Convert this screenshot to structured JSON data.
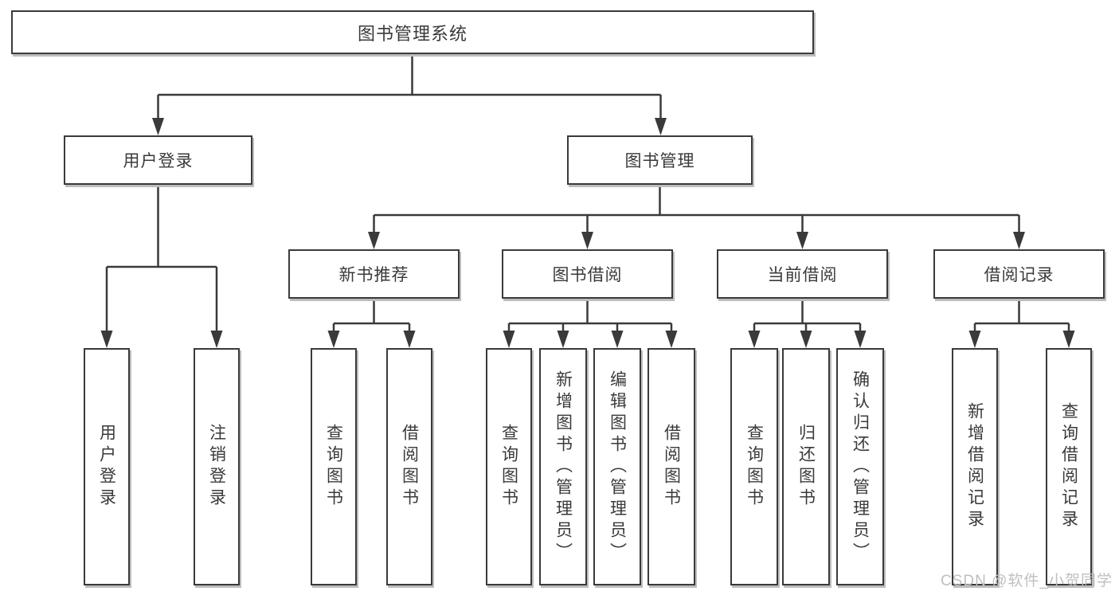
{
  "diagram": {
    "root": {
      "label": "图书管理系统"
    },
    "children": [
      {
        "label": "用户登录",
        "children": [
          {
            "label": "用户登录"
          },
          {
            "label": "注销登录"
          }
        ]
      },
      {
        "label": "图书管理",
        "children": [
          {
            "label": "新书推荐",
            "children": [
              {
                "label": "查询图书"
              },
              {
                "label": "借阅图书"
              }
            ]
          },
          {
            "label": "图书借阅",
            "children": [
              {
                "label": "查询图书"
              },
              {
                "label": "新增图书（管理员）"
              },
              {
                "label": "编辑图书（管理员）"
              },
              {
                "label": "借阅图书"
              }
            ]
          },
          {
            "label": "当前借阅",
            "children": [
              {
                "label": "查询图书"
              },
              {
                "label": "归还图书"
              },
              {
                "label": "确认归还（管理员）"
              }
            ]
          },
          {
            "label": "借阅记录",
            "children": [
              {
                "label": "新增借阅记录"
              },
              {
                "label": "查询借阅记录"
              }
            ]
          }
        ]
      }
    ]
  },
  "watermark": {
    "text": "CSDN @软件_小贺同学"
  },
  "colors": {
    "line": "#3a3a3a",
    "text": "#3a3a3a",
    "background": "#ffffff",
    "watermark": "#bfbfbf"
  }
}
